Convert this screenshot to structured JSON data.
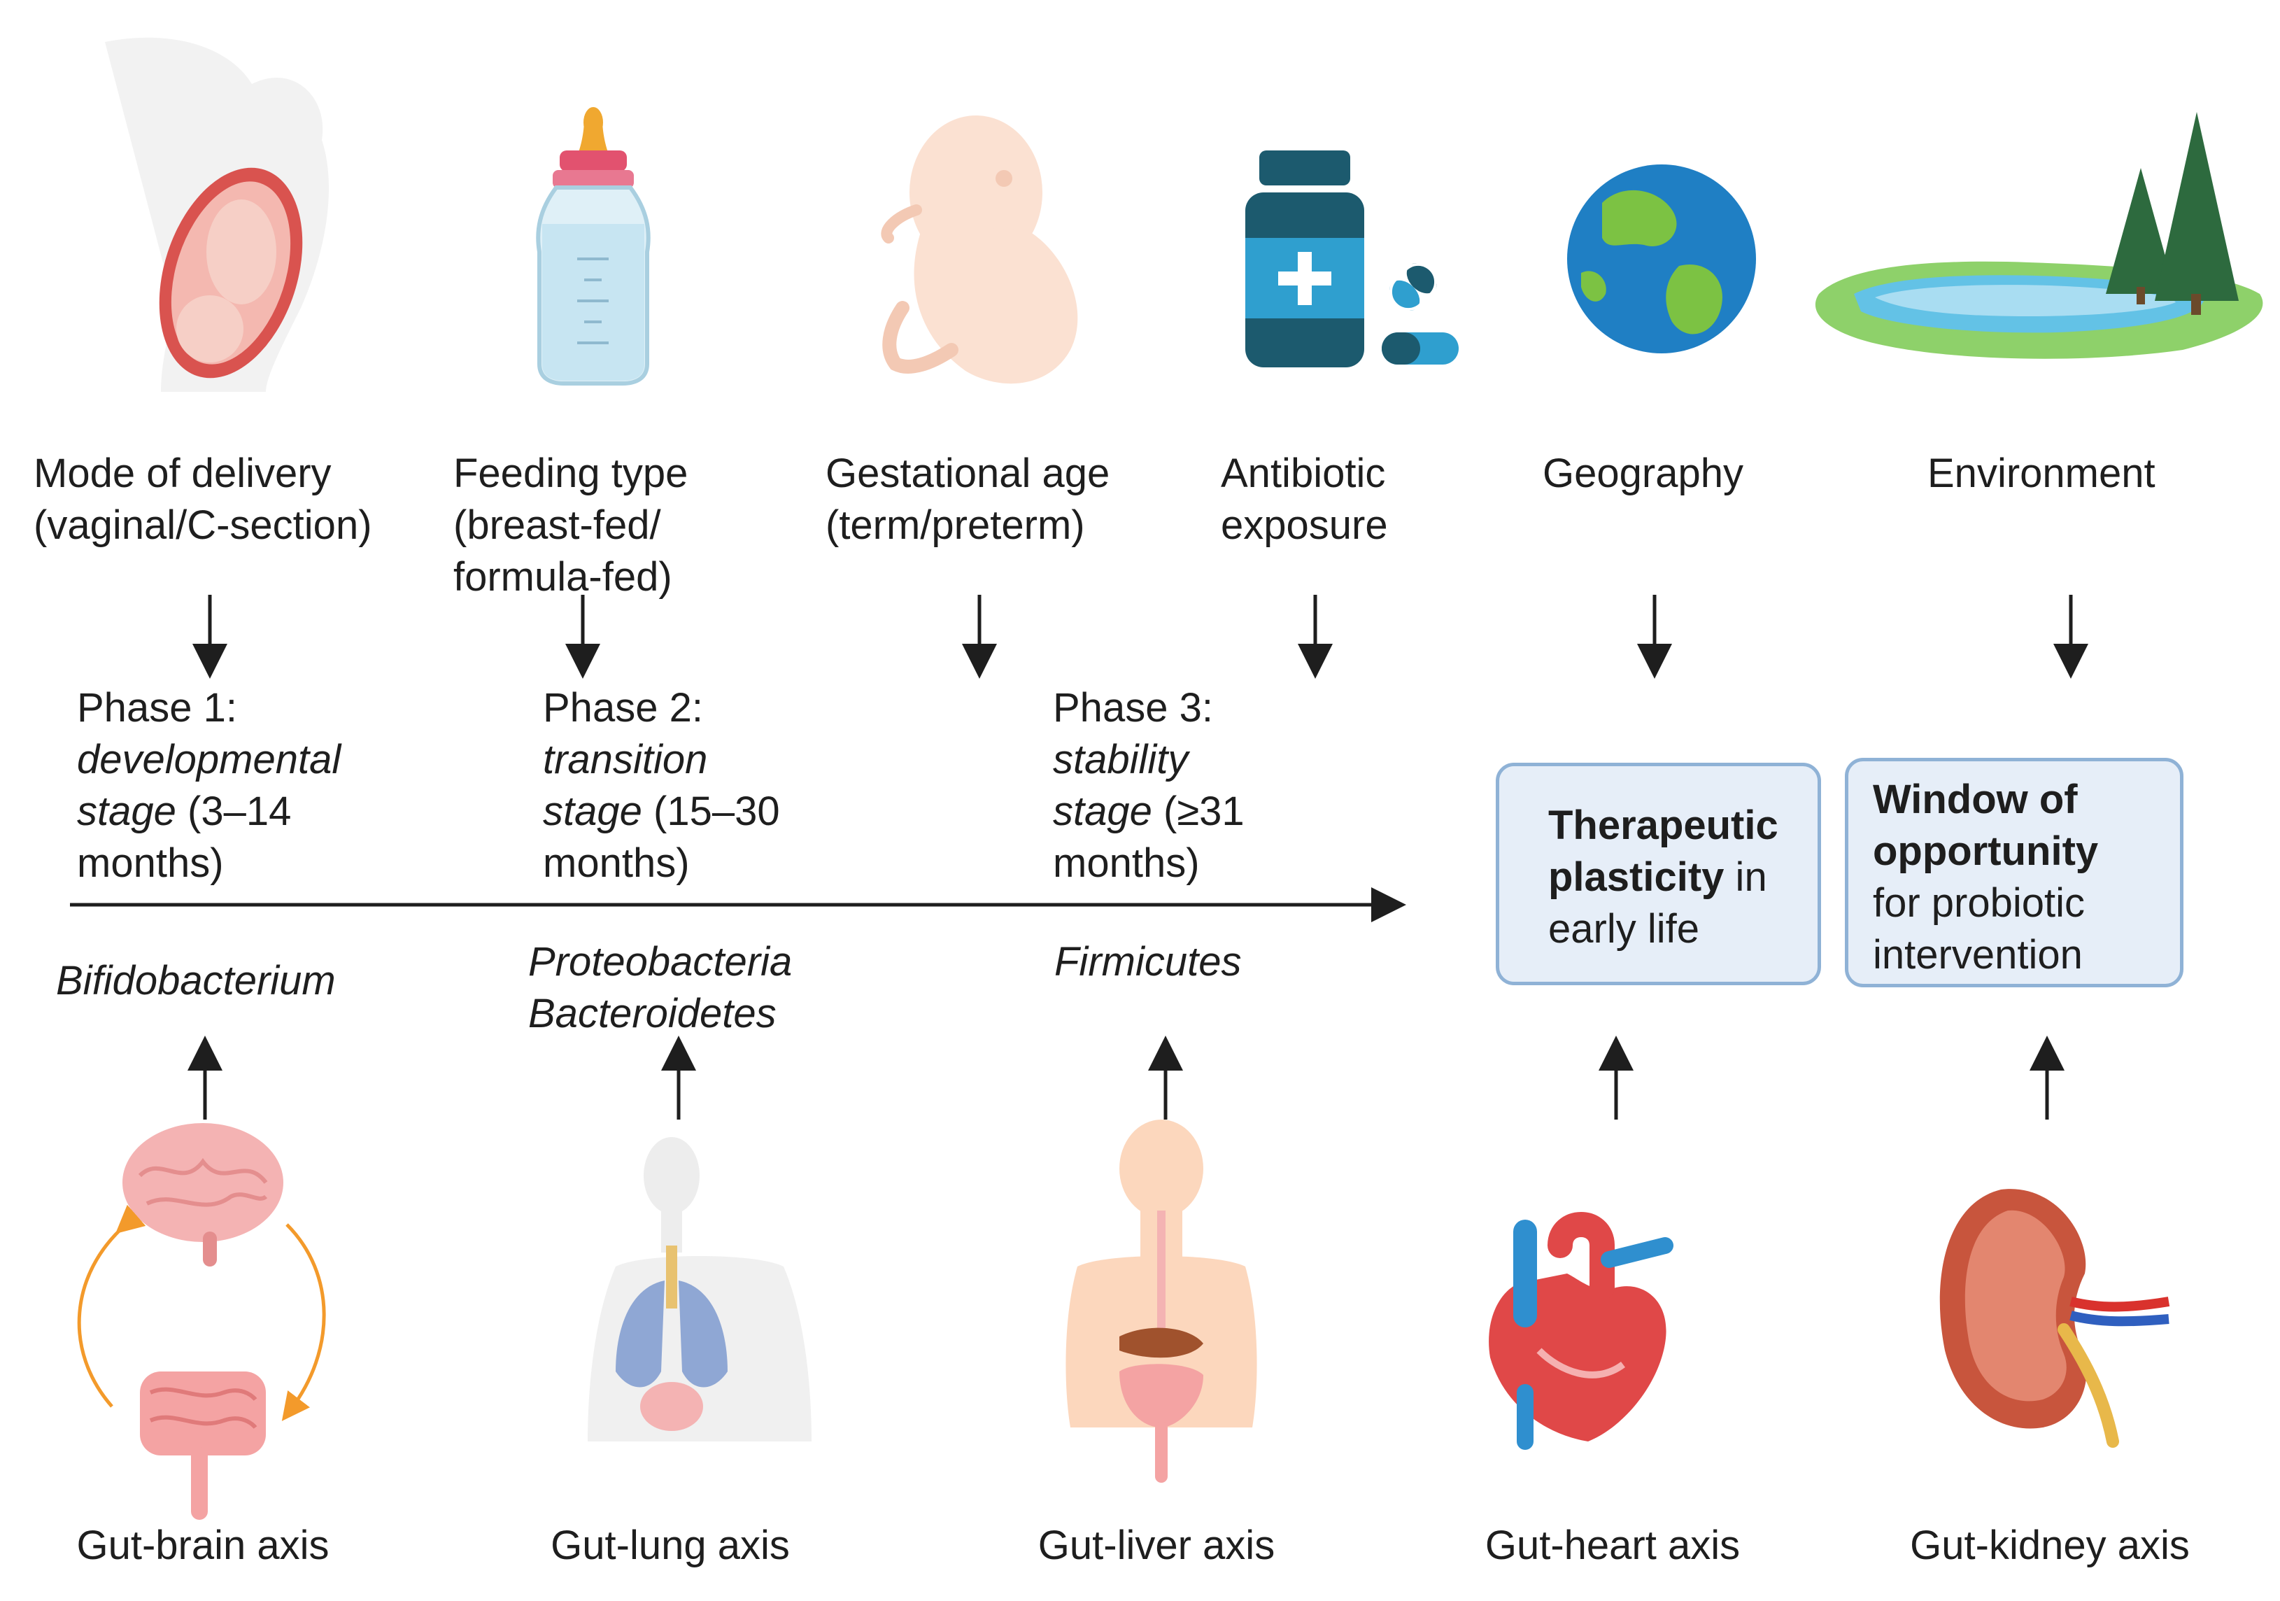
{
  "factors": [
    {
      "line1": "Mode of delivery",
      "line2": "(vaginal/C-section)",
      "line3": ""
    },
    {
      "line1": "Feeding type",
      "line2": "(breast-fed/",
      "line3": "formula-fed)"
    },
    {
      "line1": "Gestational age",
      "line2": "(term/preterm)",
      "line3": ""
    },
    {
      "line1": "Antibiotic",
      "line2": "exposure",
      "line3": ""
    },
    {
      "line1": "Geography",
      "line2": "",
      "line3": ""
    },
    {
      "line1": "Environment",
      "line2": "",
      "line3": ""
    }
  ],
  "phases": [
    {
      "title": "Phase 1:",
      "stage_word": "developmental",
      "stage": "stage",
      "range": " (3–14",
      "range_end": "months)"
    },
    {
      "title": "Phase 2:",
      "stage_word": "transition",
      "stage": "stage",
      "range": " (15–30",
      "range_end": "months)"
    },
    {
      "title": "Phase 3:",
      "stage_word": "stability",
      "stage": "stage",
      "range": " (≥31",
      "range_end": "months)"
    }
  ],
  "taxa": [
    {
      "line1": "Bifidobacterium",
      "line2": ""
    },
    {
      "line1": "Proteobacteria",
      "line2": "Bacteroidetes"
    },
    {
      "line1": "Firmicutes",
      "line2": ""
    }
  ],
  "boxes": {
    "plasticity": {
      "bold1": "Therapeutic",
      "bold2": "plasticity",
      "rest2": " in",
      "line3": "early life"
    },
    "window": {
      "bold1": "Window of",
      "bold2": "opportunity",
      "line3": "for probiotic",
      "line4": "intervention"
    }
  },
  "axes": [
    {
      "label": "Gut-brain axis"
    },
    {
      "label": "Gut-lung axis"
    },
    {
      "label": "Gut-liver axis"
    },
    {
      "label": "Gut-heart axis"
    },
    {
      "label": "Gut-kidney axis"
    }
  ],
  "icons": [
    "pregnant-woman-icon",
    "baby-bottle-icon",
    "fetus-icon",
    "medicine-bottle-icon",
    "globe-icon",
    "lake-trees-icon",
    "brain-gut-icon",
    "lungs-icon",
    "liver-digestive-icon",
    "heart-icon",
    "kidney-icon"
  ],
  "colors": {
    "box_fill": "#e6eef8",
    "box_border": "#8fb2d6",
    "arrow": "#1e1e1e",
    "cycle_arrow": "#f39a2b"
  }
}
